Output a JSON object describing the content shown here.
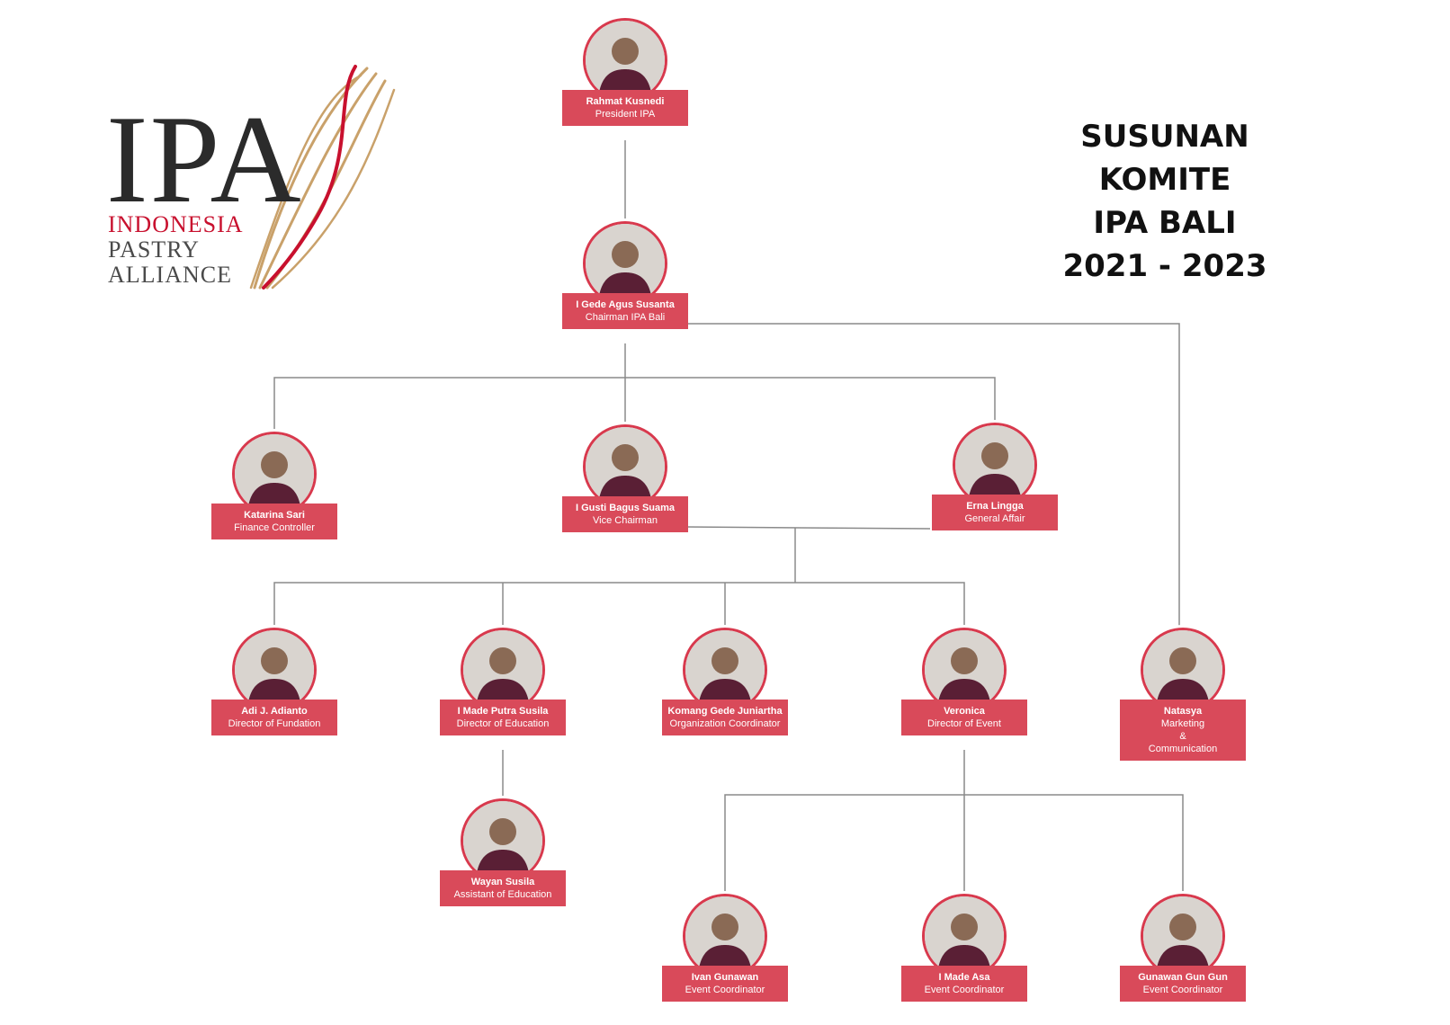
{
  "title_lines": [
    "SUSUNAN KOMITE",
    "IPA BALI",
    "2021 - 2023"
  ],
  "logo": {
    "main": "IPA",
    "line1": "INDONESIA",
    "line2": "PASTRY",
    "line3": "ALLIANCE",
    "icon": "whisk-icon"
  },
  "colors": {
    "accent": "#d94a5a",
    "ring": "#d8394d",
    "line": "#8a8a8a",
    "logo_red": "#c8102e",
    "whisk_gold": "#c9a16a"
  },
  "members": [
    {
      "id": "rahmat",
      "name": "Rahmat Kusnedi",
      "role": "President IPA"
    },
    {
      "id": "gede",
      "name": "I Gede Agus Susanta",
      "role": "Chairman IPA Bali"
    },
    {
      "id": "katarina",
      "name": "Katarina Sari",
      "role": "Finance Controller"
    },
    {
      "id": "gusti",
      "name": "I Gusti Bagus Suama",
      "role": "Vice  Chairman"
    },
    {
      "id": "erna",
      "name": "Erna Lingga",
      "role": "General Affair"
    },
    {
      "id": "adi",
      "name": "Adi J. Adianto",
      "role": "Director of Fundation"
    },
    {
      "id": "putra",
      "name": "I Made Putra Susila",
      "role": "Director of Education"
    },
    {
      "id": "komang",
      "name": "Komang Gede Juniartha",
      "role": "Organization Coordinator"
    },
    {
      "id": "veronica",
      "name": "Veronica",
      "role": "Director of Event"
    },
    {
      "id": "natasya",
      "name": "Natasya",
      "role": "Marketing\n&\nCommunication"
    },
    {
      "id": "wayan",
      "name": "Wayan Susila",
      "role": "Assistant of Education"
    },
    {
      "id": "ivan",
      "name": "Ivan Gunawan",
      "role": "Event Coordinator"
    },
    {
      "id": "asa",
      "name": "I Made Asa",
      "role": "Event Coordinator"
    },
    {
      "id": "gunawan",
      "name": "Gunawan Gun Gun",
      "role": "Event Coordinator"
    }
  ]
}
